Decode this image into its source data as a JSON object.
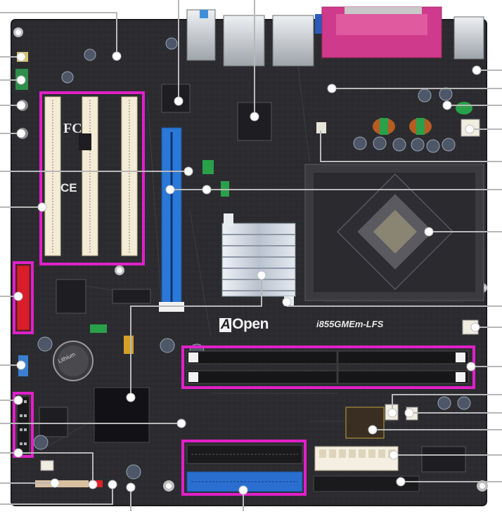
{
  "board": {
    "brand": "AOpen",
    "model": "i855GMEm-LFS",
    "silkscreen_fc": "FC",
    "silkscreen_ce": "CE",
    "battery_label": "Lithium"
  },
  "colors": {
    "pcb": "#2c2c30",
    "highlight": "#e020c8",
    "agp_slot": "#2a78d8",
    "pci_slot": "#f4ecd6",
    "ide_blue": "#2a6fd0",
    "parallel_port": "#d03a8c",
    "callout_line": "#b8b8b8",
    "callout_dot": "#ffffff",
    "heatsink": "#cfd6e0",
    "red_connector": "#d81e2a"
  },
  "highlighted_components": [
    {
      "name": "pci-slots"
    },
    {
      "name": "dimm-slots"
    },
    {
      "name": "ide-connectors"
    },
    {
      "name": "red-sata-connector"
    },
    {
      "name": "front-panel-header"
    }
  ]
}
